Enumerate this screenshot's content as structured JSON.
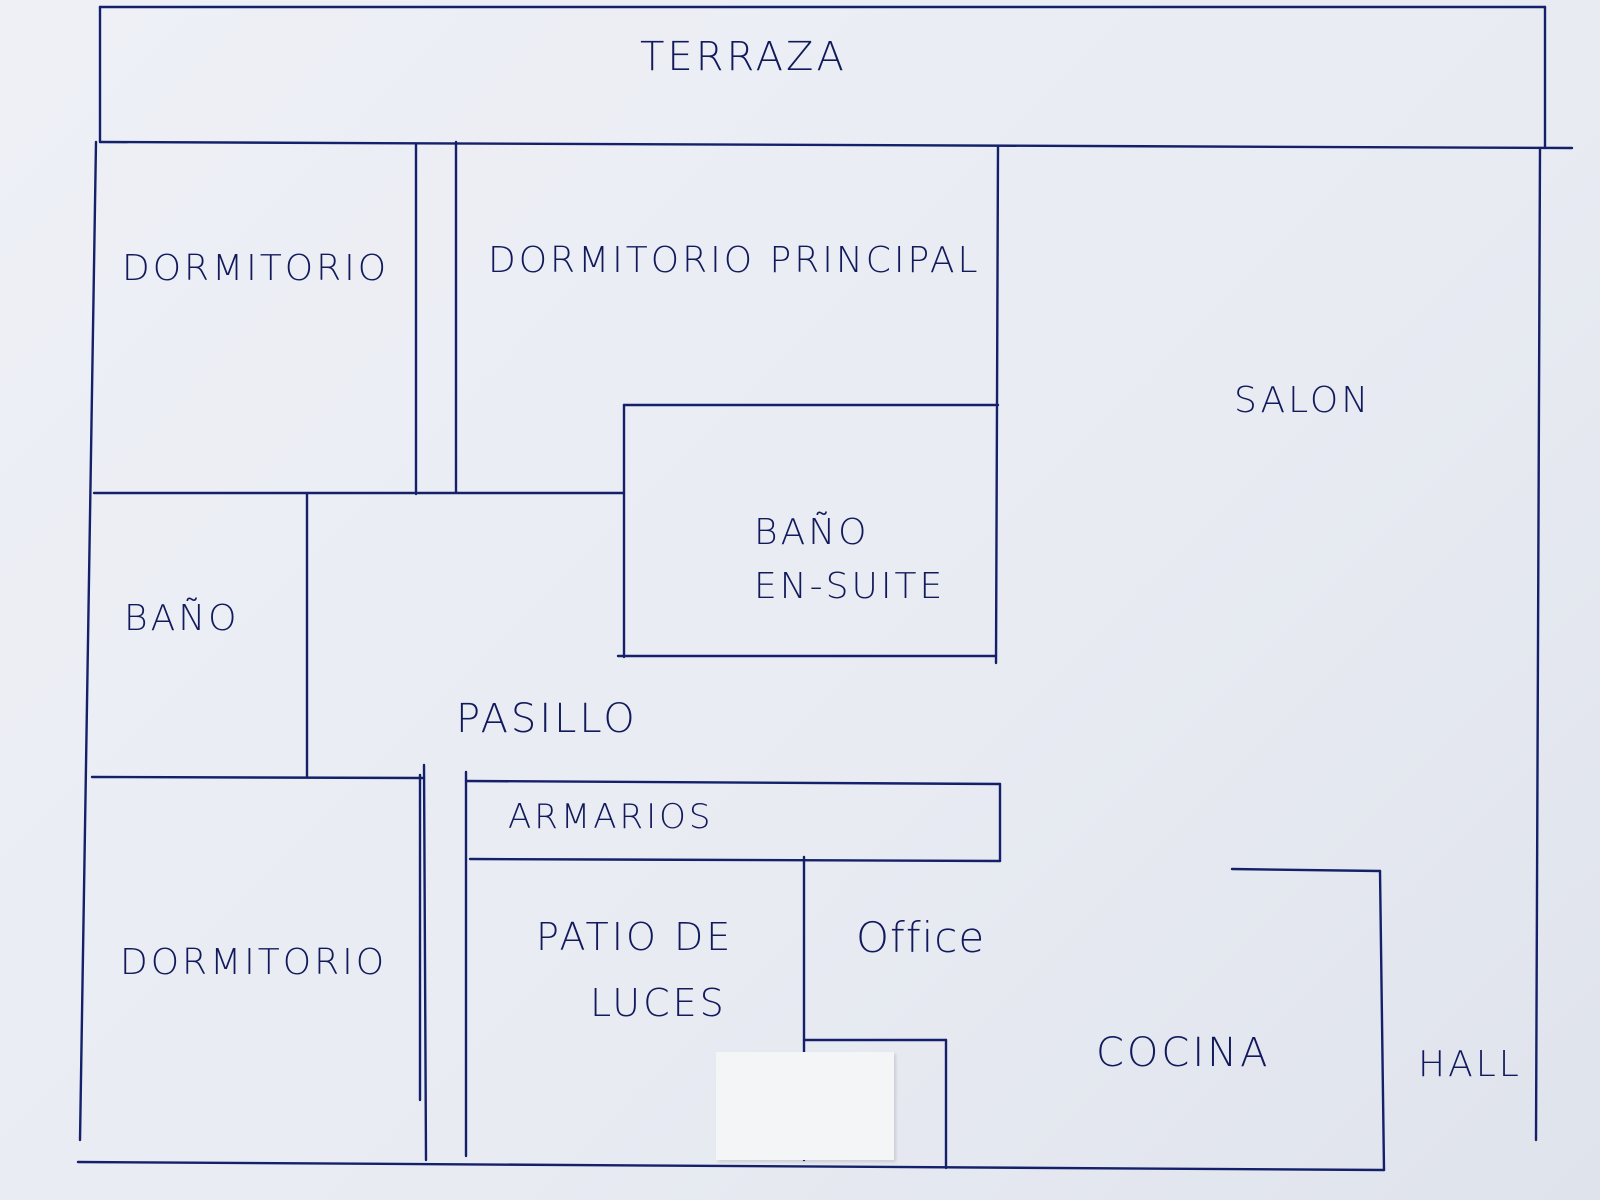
{
  "plan": {
    "ink_color": "#15206a",
    "rooms": {
      "terraza": "TERRAZA",
      "dormitorio_top": "DORMITORIO",
      "dormitorio_principal": "DORMITORIO PRINCIPAL",
      "salon": "SALON",
      "bano_en_suite_line1": "BAÑO",
      "bano_en_suite_line2": "EN-SUITE",
      "bano": "BAÑO",
      "pasillo": "PASILLO",
      "armarios": "ARMARIOS",
      "dormitorio_bottom": "DORMITORIO",
      "patio_line1": "PATIO DE",
      "patio_line2": "LUCES",
      "office": "Office",
      "cocina": "COCINA",
      "hall": "HALL"
    }
  }
}
